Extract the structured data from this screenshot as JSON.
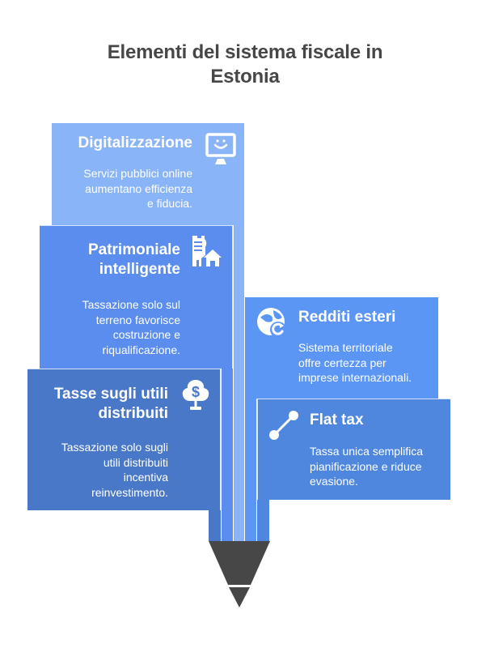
{
  "title": {
    "line1": "Elementi del sistema fiscale in",
    "line2": "Estonia"
  },
  "colors": {
    "title_text": "#474747",
    "digitalizzazione": "#8AB4F8",
    "patrimoniale": "#5A8DEE",
    "tasse": "#4A78C8",
    "redditi": "#5B96F5",
    "flat_tax": "#4F86DE",
    "pencil_tip": "#474747"
  },
  "panels": [
    {
      "id": "digitalizzazione",
      "title": "Digitalizzazione",
      "description_lines": [
        "Servizi pubblici online",
        "aumentano efficienza",
        "e fiducia."
      ],
      "icon": "monitor-smiley-icon",
      "side": "left"
    },
    {
      "id": "patrimoniale",
      "title_lines": [
        "Patrimoniale",
        "intelligente"
      ],
      "description_lines": [
        "Tassazione solo sul",
        "terreno favorisce",
        "costruzione e",
        "riqualificazione."
      ],
      "icon": "buildings-house-icon",
      "side": "left"
    },
    {
      "id": "tasse",
      "title_lines": [
        "Tasse sugli utili",
        "distribuiti"
      ],
      "description_lines": [
        "Tassazione solo sugli",
        "utili distribuiti",
        "incentiva",
        "reinvestimento."
      ],
      "icon": "money-tree-icon",
      "side": "left"
    },
    {
      "id": "redditi",
      "title": "Redditi esteri",
      "description_lines": [
        "Sistema territoriale",
        "offre certezza per",
        "imprese internazionali."
      ],
      "icon": "globe-exchange-icon",
      "side": "right"
    },
    {
      "id": "flat_tax",
      "title": "Flat tax",
      "description_lines": [
        "Tassa unica semplifica",
        "pianificazione e riduce",
        "evasione."
      ],
      "icon": "line-segment-icon",
      "side": "right"
    }
  ]
}
